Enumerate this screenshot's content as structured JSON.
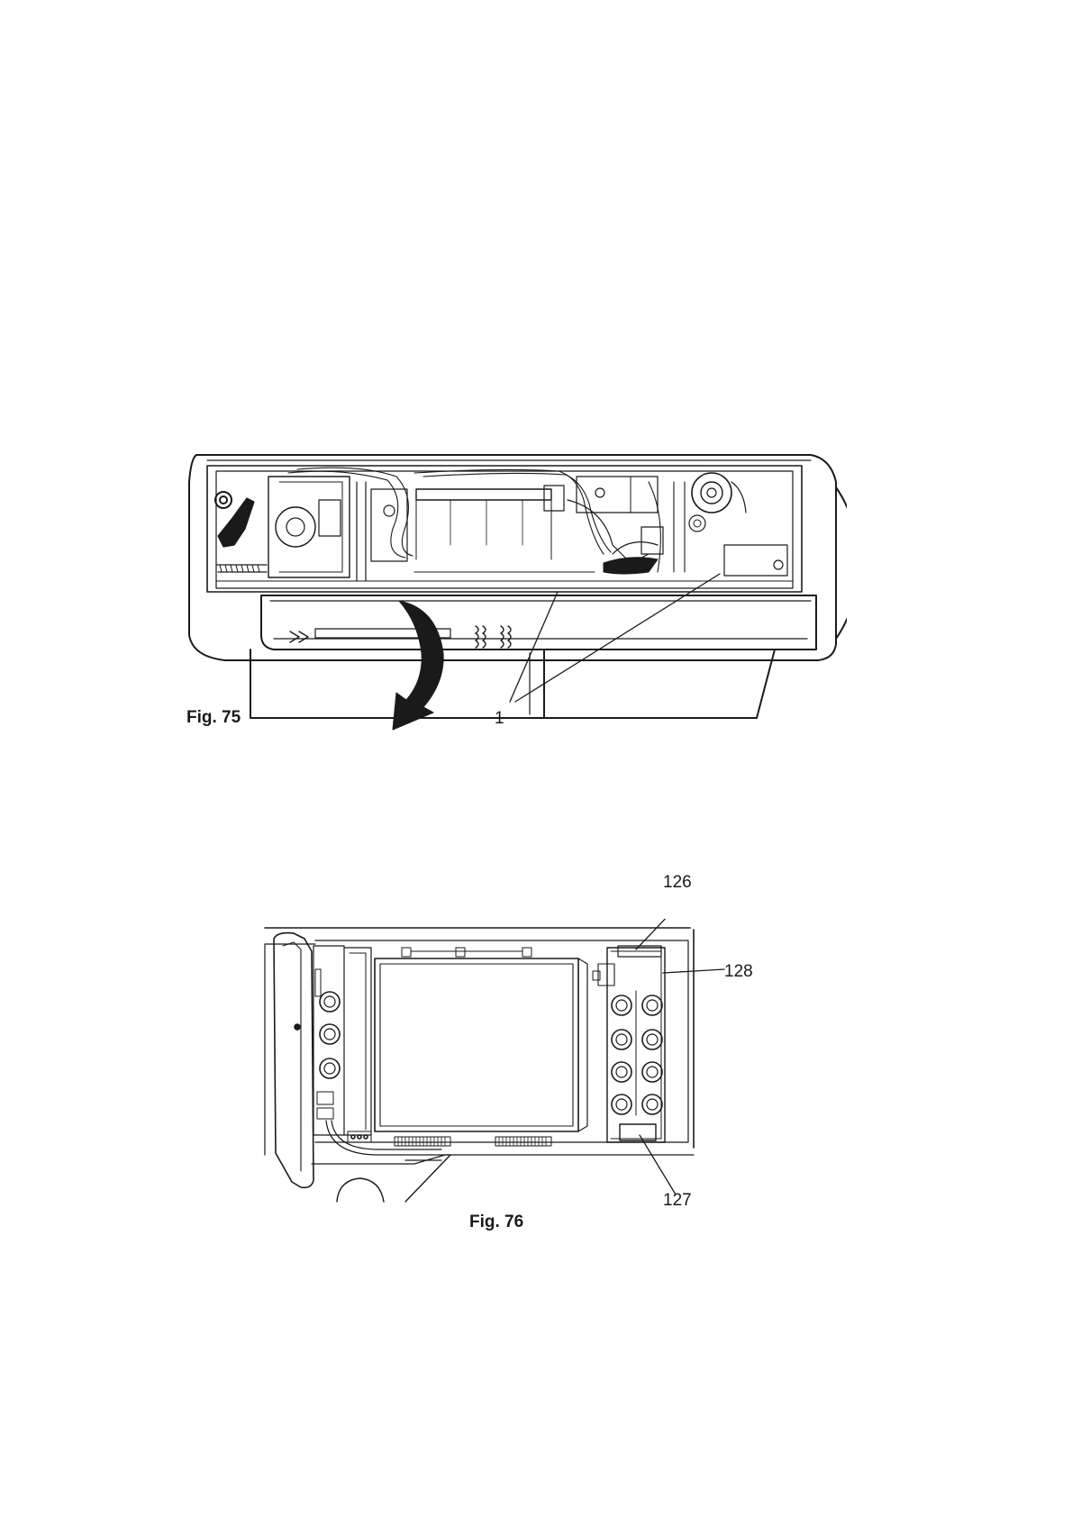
{
  "figures": [
    {
      "caption": "Fig. 75",
      "callouts": [
        "1"
      ]
    },
    {
      "caption": "Fig. 76",
      "callouts": [
        "126",
        "128",
        "127"
      ]
    }
  ]
}
